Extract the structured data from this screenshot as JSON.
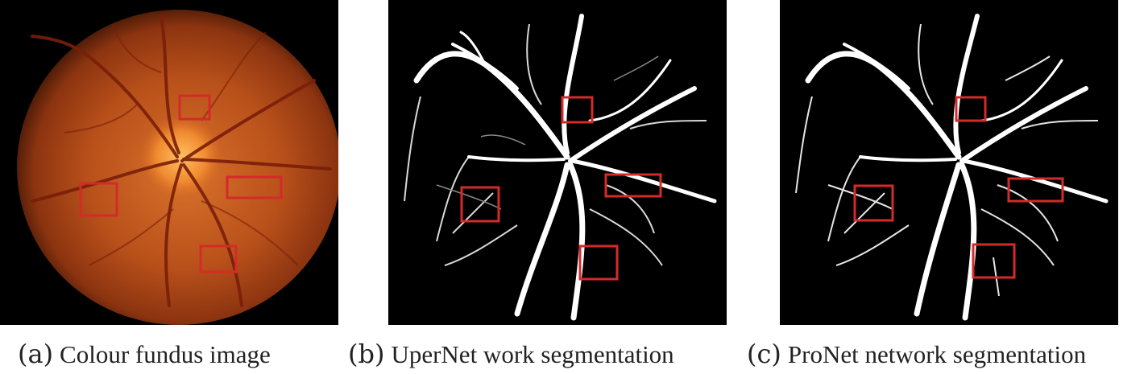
{
  "figure": {
    "panels": [
      {
        "tag": "(a)",
        "caption": "Colour fundus image"
      },
      {
        "tag": "(b)",
        "caption": "UperNet work segmentation"
      },
      {
        "tag": "(c)",
        "caption": "ProNet network segmentation"
      }
    ],
    "colors": {
      "background_black": "#000000",
      "fundus_orange": "#c2581e",
      "optic_disc": "#f0a040",
      "highlight_box": "#d42a2a",
      "vessel_white": "#ffffff"
    }
  }
}
